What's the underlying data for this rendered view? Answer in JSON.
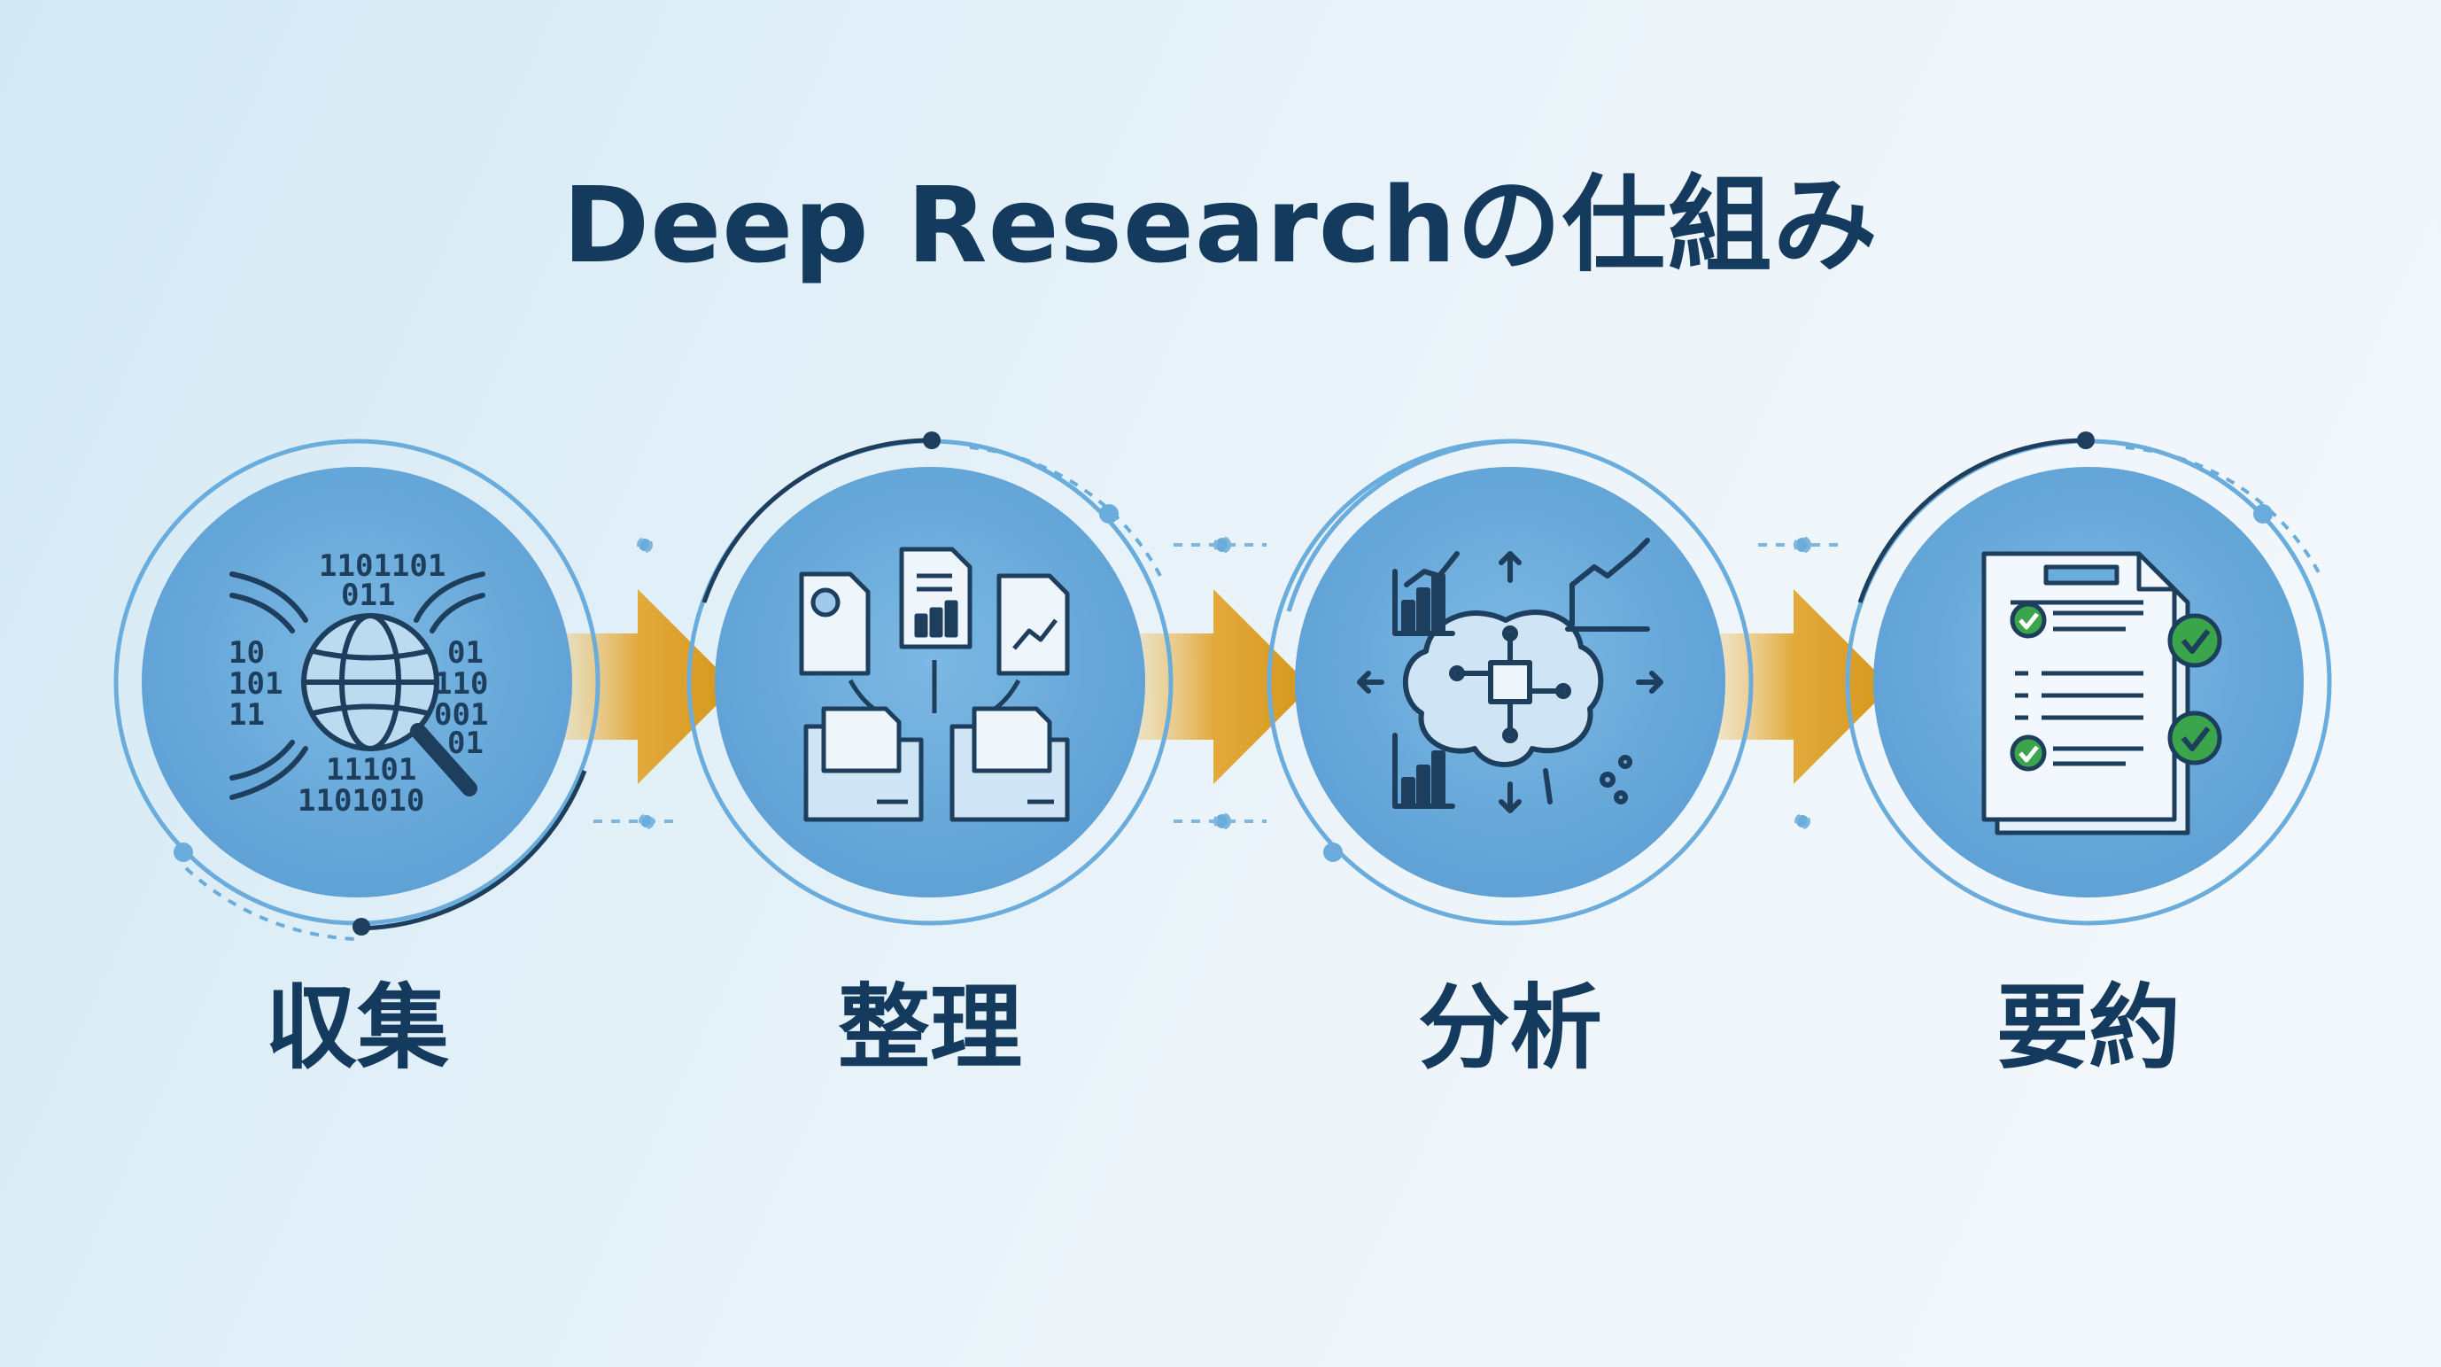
{
  "title": "Deep Researchの仕組み",
  "steps": [
    {
      "label": "収集",
      "icon": "globe-search-icon"
    },
    {
      "label": "整理",
      "icon": "documents-to-folders-icon"
    },
    {
      "label": "分析",
      "icon": "brain-chip-icon"
    },
    {
      "label": "要約",
      "icon": "report-checklist-icon"
    }
  ],
  "icon_glyphs": {
    "binary": [
      "1101101",
      "011",
      "10",
      "101",
      "11",
      "01",
      "110",
      "001",
      "01",
      "11101",
      "1101010"
    ]
  },
  "colors": {
    "title": "#143a5e",
    "circle_fill": "#6aaddd",
    "ring": "#6aaddd",
    "arrow": "#d99a1e",
    "check": "#3aa54a",
    "icon_stroke": "#1d3e5c"
  }
}
